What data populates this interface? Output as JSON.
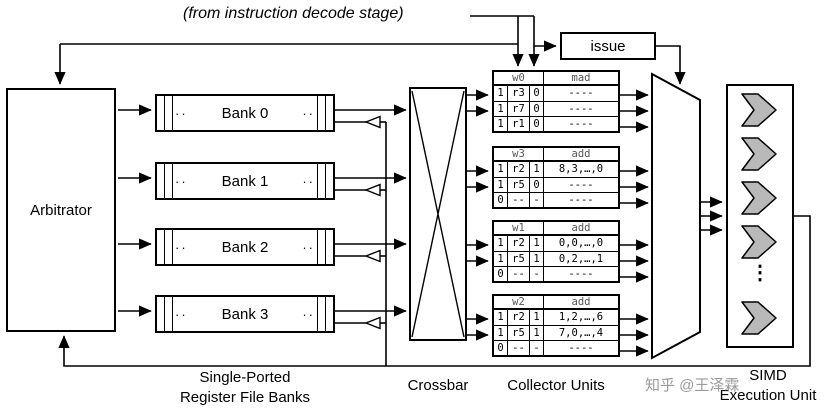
{
  "decode_label": "(from instruction decode stage)",
  "issue": {
    "label": "issue"
  },
  "arbitrator": {
    "label": "Arbitrator"
  },
  "bank_dots": "··",
  "banks": [
    {
      "label": "Bank 0"
    },
    {
      "label": "Bank 1"
    },
    {
      "label": "Bank 2"
    },
    {
      "label": "Bank 3"
    }
  ],
  "collectors": [
    {
      "warp": "w0",
      "op": "mad",
      "rows": [
        [
          "1",
          "r3",
          "0",
          "----"
        ],
        [
          "1",
          "r7",
          "0",
          "----"
        ],
        [
          "1",
          "r1",
          "0",
          "----"
        ]
      ]
    },
    {
      "warp": "w3",
      "op": "add",
      "rows": [
        [
          "1",
          "r2",
          "1",
          "8,3,…,0"
        ],
        [
          "1",
          "r5",
          "0",
          "----"
        ],
        [
          "0",
          "--",
          "-",
          "----"
        ]
      ]
    },
    {
      "warp": "w1",
      "op": "add",
      "rows": [
        [
          "1",
          "r2",
          "1",
          "0,0,…,0"
        ],
        [
          "1",
          "r5",
          "1",
          "0,2,…,1"
        ],
        [
          "0",
          "--",
          "-",
          "----"
        ]
      ]
    },
    {
      "warp": "w2",
      "op": "add",
      "rows": [
        [
          "1",
          "r2",
          "1",
          "1,2,…,6"
        ],
        [
          "1",
          "r5",
          "1",
          "7,0,…,4"
        ],
        [
          "0",
          "--",
          "-",
          "----"
        ]
      ]
    }
  ],
  "simd": {
    "dots": "⋮"
  },
  "captions": {
    "banks_line1": "Single-Ported",
    "banks_line2": "Register File Banks",
    "crossbar": "Crossbar",
    "collectors": "Collector Units",
    "simd_line1": "SIMD",
    "simd_line2": "Execution Unit"
  },
  "watermark": "知乎 @王泽霖"
}
